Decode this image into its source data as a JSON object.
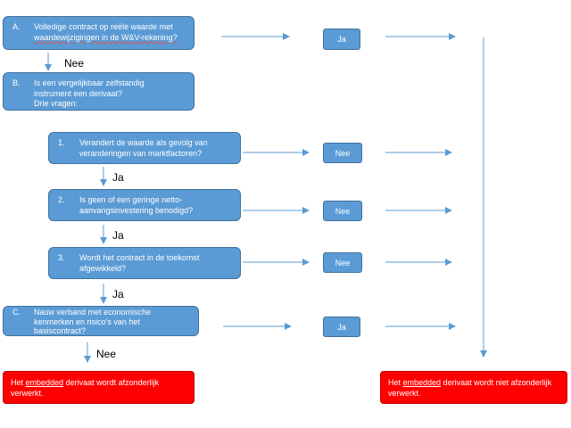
{
  "boxes": {
    "a": {
      "letter": "A.",
      "line1": "Volledige contract op reële waarde met",
      "line2": "waardewijzigingen in de W&V-rekening?"
    },
    "b": {
      "letter": "B.",
      "line1": "Is een vergelijkbaar zelfstandig",
      "line2": "instrument een derivaat?",
      "line3": "Drie vragen:"
    },
    "q1": {
      "letter": "1.",
      "line1": "Verandert de waarde als gevolg van",
      "line2": "veranderingen van marktfactoren?"
    },
    "q2": {
      "letter": "2.",
      "line1": "Is geen of een geringe netto-",
      "line2": "aanvangsinvestering benodigd?"
    },
    "q3": {
      "letter": "3.",
      "line1": "Wordt het contract in de toekomst",
      "line2": "afgewikkeld?"
    },
    "c": {
      "letter": "C.",
      "line1": "Nauw verband met economische",
      "line2": "kenmerken en risico’s van het",
      "line3": "basiscontract?"
    }
  },
  "answers": {
    "a": "Ja",
    "q1": "Nee",
    "q2": "Nee",
    "q3": "Nee",
    "c": "Ja"
  },
  "flow_labels": {
    "a_to_b": "Nee",
    "q1_to_q2": "Ja",
    "q2_to_q3": "Ja",
    "q3_to_c": "Ja",
    "c_to_result": "Nee"
  },
  "results": {
    "left": {
      "pre": "Het ",
      "underlined": "embedded",
      "post": " derivaat wordt afzonderlijk verwerkt."
    },
    "right": {
      "pre": "Het ",
      "underlined": "embedded",
      "post": " derivaat wordt niet afzonderlijk verwerkt."
    }
  },
  "colors": {
    "box_fill": "#5b9bd5",
    "box_border": "#41719c",
    "result_fill": "#ff0000",
    "arrow": "#5b9bd5"
  }
}
